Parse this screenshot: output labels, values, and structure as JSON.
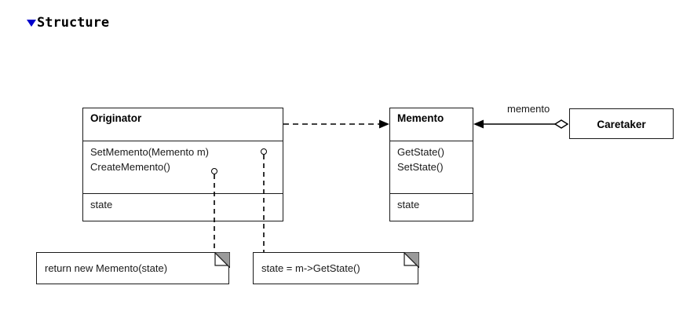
{
  "section": {
    "title": "Structure",
    "toggle_icon": "triangle-down-icon",
    "toggle_color": "#0000cc"
  },
  "diagram": {
    "type": "uml-class-diagram",
    "pattern": "Memento",
    "background": "#ffffff",
    "stroke_color": "#1a1a1a",
    "classes": [
      {
        "name": "Originator",
        "operations": [
          "SetMemento(Memento m)",
          "CreateMemento()"
        ],
        "attributes": [
          "state"
        ]
      },
      {
        "name": "Memento",
        "operations": [
          "GetState()",
          "SetState()"
        ],
        "attributes": [
          "state"
        ]
      },
      {
        "name": "Caretaker",
        "operations": [],
        "attributes": []
      }
    ],
    "notes": [
      {
        "text": "return new Memento(state)",
        "attached_to": "CreateMemento()"
      },
      {
        "text": "state = m->GetState()",
        "attached_to": "SetMemento(Memento m)"
      }
    ],
    "relationships": [
      {
        "kind": "dependency",
        "style": "dashed",
        "from": "Originator",
        "to": "Memento",
        "arrowhead": "filled",
        "label": ""
      },
      {
        "kind": "aggregation",
        "style": "solid",
        "from": "Caretaker",
        "to": "Memento",
        "arrowhead": "filled",
        "source_decoration": "hollow-diamond",
        "label": "memento"
      }
    ]
  }
}
